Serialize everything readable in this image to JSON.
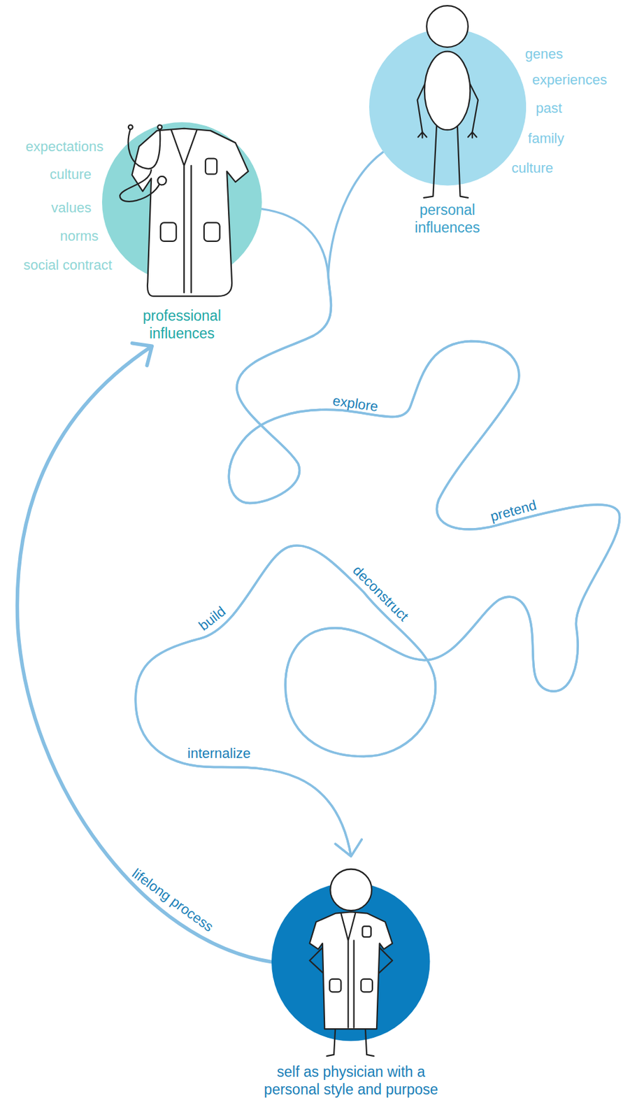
{
  "diagram": {
    "nodes": [
      {
        "text": [
          "professional influences"
        ]
      },
      {
        "text": [
          "personal influences"
        ]
      },
      {
        "text": [
          "self as physician with a personal style and purpose"
        ]
      }
    ],
    "edges": [
      {
        "from": 0,
        "to": 2,
        "arrow": "to"
      },
      {
        "from": 1,
        "to": 2,
        "arrow": "to"
      },
      {
        "from": 2,
        "to": 0,
        "arrow": "to",
        "label": "lifelong process"
      }
    ],
    "labels": [
      "expectations",
      "culture",
      "values",
      "norms",
      "social contract",
      "genes",
      "experiences",
      "past",
      "family",
      "culture",
      "explore",
      "pretend",
      "deconstruct",
      "build",
      "internalize"
    ]
  }
}
